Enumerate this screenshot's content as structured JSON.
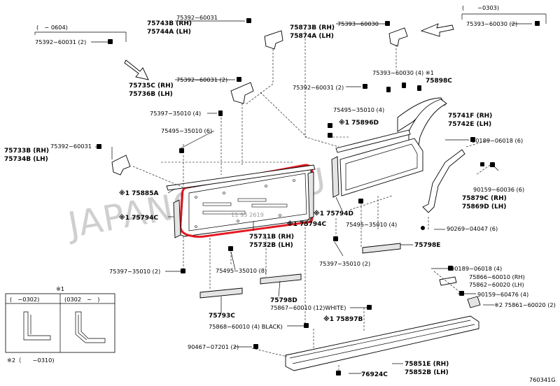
{
  "watermark": "JAPANCATS.RU",
  "drawing_id": "760341G",
  "date_ranges": {
    "top_left": "(　− 0604)",
    "top_right": "(　　 −0303)",
    "note2": "※2（　　−0310)"
  },
  "detail_box": {
    "title": "※1",
    "left_label": "(　−0302)",
    "right_label": "(0302　−　)"
  },
  "faint_stamp": "11 93 2619",
  "labels": {
    "l01": "75392−60031",
    "l02a": "75743B (RH)",
    "l02b": "75744A (LH)",
    "l03": "75873B (RH)",
    "l03b": "75874A (LH)",
    "l04": "75393−60030",
    "l05": "75393−60030 (2)",
    "l06": "75392−60031 (2)",
    "l07": "75392−60031 (2)",
    "l08a": "75735C (RH)",
    "l08b": "75736B (LH)",
    "l09": "75393−60030 (4) ※1",
    "l10": "75898C",
    "l11": "75392−60031 (2)",
    "l12": "75397−35010 (4)",
    "l13": "75495−35010 (4)",
    "l14a": "75741F (RH)",
    "l14b": "75742E (LH)",
    "l15": "※1 75896D",
    "l16": "75495−35010 (6)",
    "l17": "90189−06018 (6)",
    "l18": "75392−60031",
    "l19a": "75733B (RH)",
    "l19b": "75734B (LH)",
    "l20": "90159−60036 (6)",
    "l21": "※1 75885A",
    "l22a": "75879C (RH)",
    "l22b": "75869D (LH)",
    "l23": "※1 75794C",
    "l24": "※1 75794D",
    "l25": "※1 75794C",
    "l26": "75495−35010 (4)",
    "l27": "90269−04047 (6)",
    "l28a": "75731B (RH)",
    "l28b": "75732B (LH)",
    "l29": "75798E",
    "l30": "75397−35010 (2)",
    "l31": "75495−35010 (8)",
    "l32": "75397−35010 (2)",
    "l33": "90189−06018 (4)",
    "l34": "75866−60010 (RH)",
    "l35": "75862−60020 (LH)",
    "l36": "90159−60476 (4)",
    "l37": "※2 75861−60020 (2)",
    "l38": "75798D",
    "l39": "75867−60010 (12)WHITE)",
    "l40": "75793C",
    "l41": "※1 75897B",
    "l42": "75868−60010 (4) BLACK)",
    "l43": "90467−07201 (2)",
    "l44a": "75851E (RH)",
    "l44b": "75852B (LH)",
    "l45": "76924C"
  },
  "colors": {
    "highlight": "#e31b23",
    "watermark": "#cfcfcf",
    "line": "#000000",
    "background": "#ffffff"
  }
}
